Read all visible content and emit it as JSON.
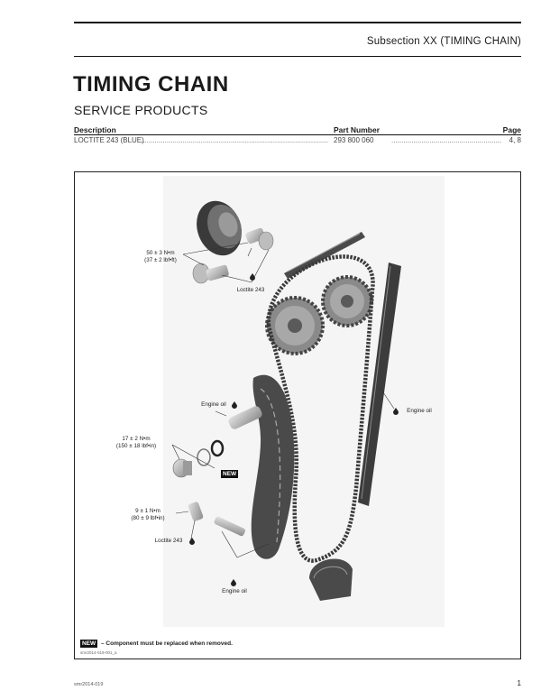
{
  "header": {
    "subsection": "Subsection XX (TIMING CHAIN)"
  },
  "title": "TIMING CHAIN",
  "section_title": "SERVICE PRODUCTS",
  "products_table": {
    "headers": [
      "Description",
      "Part Number",
      "Page"
    ],
    "rows": [
      {
        "description": "LOCTITE 243 (BLUE)",
        "part_number": "293 800 060",
        "page": "4, 8"
      }
    ]
  },
  "figure": {
    "callouts": {
      "torque_top": "50 ± 3 N•m\n(37 ± 2 lbf•ft)",
      "loctite_top": "Loctite 243",
      "engine_oil_left": "Engine oil",
      "engine_oil_right": "Engine oil",
      "torque_mid": "17 ± 2 N•m\n(150 ± 18 lbf•in)",
      "torque_low": "9 ± 1 N•m\n(80 ± 9 lbf•in)",
      "loctite_low": "Loctite 243",
      "engine_oil_bottom": "Engine oil"
    },
    "new_badge": "NEW",
    "note": "– Component must be replaced when removed.",
    "ref_code": "smr2014-019-001_a"
  },
  "footer": {
    "code": "smr2014-019",
    "page_number": "1"
  }
}
